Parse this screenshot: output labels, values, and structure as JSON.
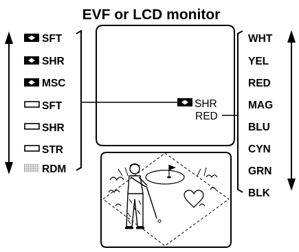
{
  "title": "EVF or LCD monitor",
  "left_items": [
    {
      "icon": "filled-box-icon",
      "label": "SFT"
    },
    {
      "icon": "filled-box-icon",
      "label": "SHR"
    },
    {
      "icon": "filled-box-icon",
      "label": "MSC"
    },
    {
      "icon": "outline-box-icon",
      "label": "SFT"
    },
    {
      "icon": "outline-box-icon",
      "label": "SHR"
    },
    {
      "icon": "outline-box-icon",
      "label": "STR"
    },
    {
      "icon": "dotted-box-icon",
      "label": "RDM"
    }
  ],
  "right_items": [
    "WHT",
    "YEL",
    "RED",
    "MAG",
    "BLU",
    "CYN",
    "GRN",
    "BLK"
  ],
  "screen_display": {
    "effect_icon": "filled-box-icon",
    "effect": "SHR",
    "color": "RED"
  },
  "illustration": "golfer-scene"
}
